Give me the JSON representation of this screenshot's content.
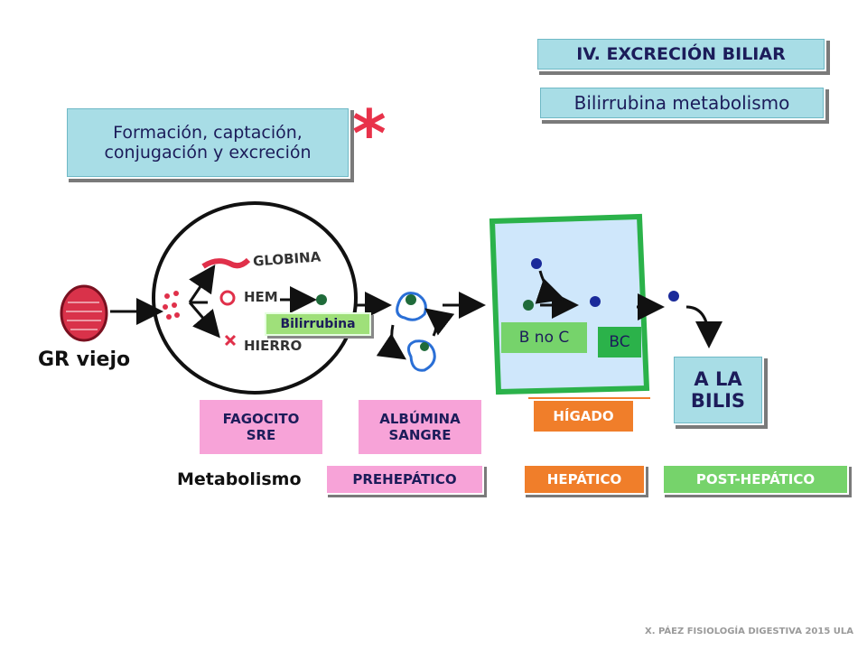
{
  "header": {
    "section_title": "IV. EXCRECIÓN BILIAR",
    "subtitle": "Bilirrubina metabolismo",
    "process_box": [
      "Formación, captación,",
      "conjugación y excreción"
    ],
    "asterisk": "*"
  },
  "diagram": {
    "old_rbc_label": "GR viejo",
    "globina": "GLOBINA",
    "hem": "HEM",
    "hierro": "HIERRO",
    "bilirrubina_tag": "Bilirrubina",
    "b_no_c": "B no C",
    "bc": "BC",
    "a_la_bilis": [
      "A LA",
      "BILIS"
    ]
  },
  "locations": {
    "fagocito": [
      "FAGOCITO",
      "SRE"
    ],
    "albumina": [
      "ALBÚMINA",
      "SANGRE"
    ],
    "higado": "HÍGADO"
  },
  "metabolismo": {
    "label": "Metabolismo",
    "prehepatico": "PREHEPÁTICO",
    "hepatico": "HEPÁTICO",
    "posthepatico": "POST-HEPÁTICO"
  },
  "colors": {
    "teal_box": "#a8dde6",
    "pink_box": "#f7a3d8",
    "orange_box": "#f07e2a",
    "green_box": "#76d36b",
    "rbc_red": "#d9324a",
    "heme_green": "#1f6b3a",
    "bilirubin_blue": "#1a2a9a"
  },
  "footer": "X. PÁEZ   FISIOLOGÍA DIGESTIVA 2015 ULA"
}
